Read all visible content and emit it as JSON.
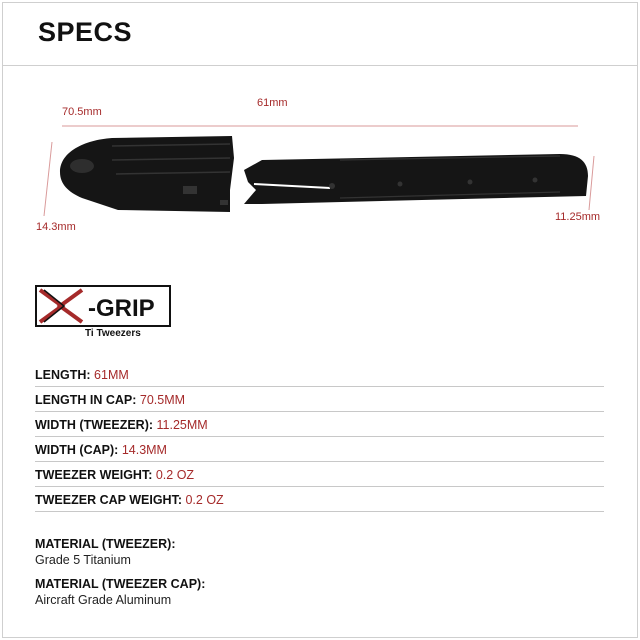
{
  "header": {
    "title": "SPECS"
  },
  "dimensions": {
    "length_in_cap": "70.5mm",
    "length": "61mm",
    "width_cap": "14.3mm",
    "width_tweezer": "11.25mm"
  },
  "logo": {
    "brand": "X-GRIP",
    "subtitle": "Ti Tweezers"
  },
  "specs": [
    {
      "label": "LENGTH:",
      "value": "61MM"
    },
    {
      "label": "LENGTH IN CAP:",
      "value": "70.5MM"
    },
    {
      "label": "WIDTH (TWEEZER):",
      "value": "11.25MM"
    },
    {
      "label": "WIDTH (CAP):",
      "value": "14.3MM"
    },
    {
      "label": "TWEEZER WEIGHT:",
      "value": "0.2 OZ"
    },
    {
      "label": "TWEEZER CAP WEIGHT:",
      "value": "0.2 OZ"
    }
  ],
  "materials": [
    {
      "label": "MATERIAL (TWEEZER):",
      "value": "Grade 5 Titanium"
    },
    {
      "label": "MATERIAL (TWEEZER CAP):",
      "value": "Aircraft Grade Aluminum"
    }
  ],
  "colors": {
    "accent": "#a52a2a",
    "product": "#151515",
    "rule": "#c8c8c8"
  }
}
